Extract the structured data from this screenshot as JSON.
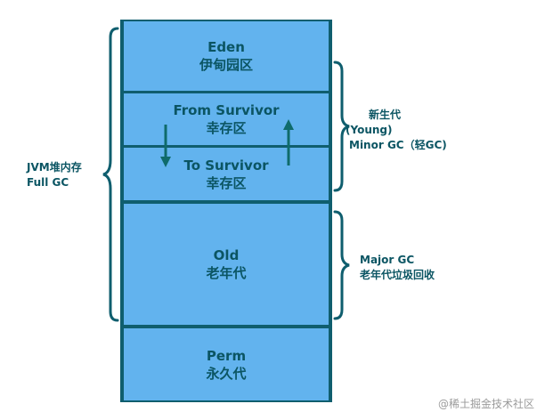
{
  "regions": {
    "eden": {
      "name": "Eden",
      "cn": "伊甸园区"
    },
    "from_survivor": {
      "name": "From Survivor",
      "cn": "幸存区"
    },
    "to_survivor": {
      "name": "To Survivor",
      "cn": "幸存区"
    },
    "old": {
      "name": "Old",
      "cn": "老年代"
    },
    "perm": {
      "name": "Perm",
      "cn": "永久代"
    }
  },
  "annotations": {
    "jvm_heap": {
      "line1": "JVM堆内存",
      "line2": "Full GC"
    },
    "young": {
      "line1": "新生代",
      "line2": "(Young)",
      "line3": "Minor GC（轻GC)"
    },
    "major": {
      "line1": "Major GC",
      "line2": "老年代垃圾回收"
    }
  },
  "watermark": "@稀土掘金技术社区",
  "colors": {
    "region_fill": "#62b3ee",
    "region_border": "#0f5e6e",
    "text": "#0b5563",
    "brace": "#0f5e6e",
    "arrow": "#0f6b6b"
  }
}
